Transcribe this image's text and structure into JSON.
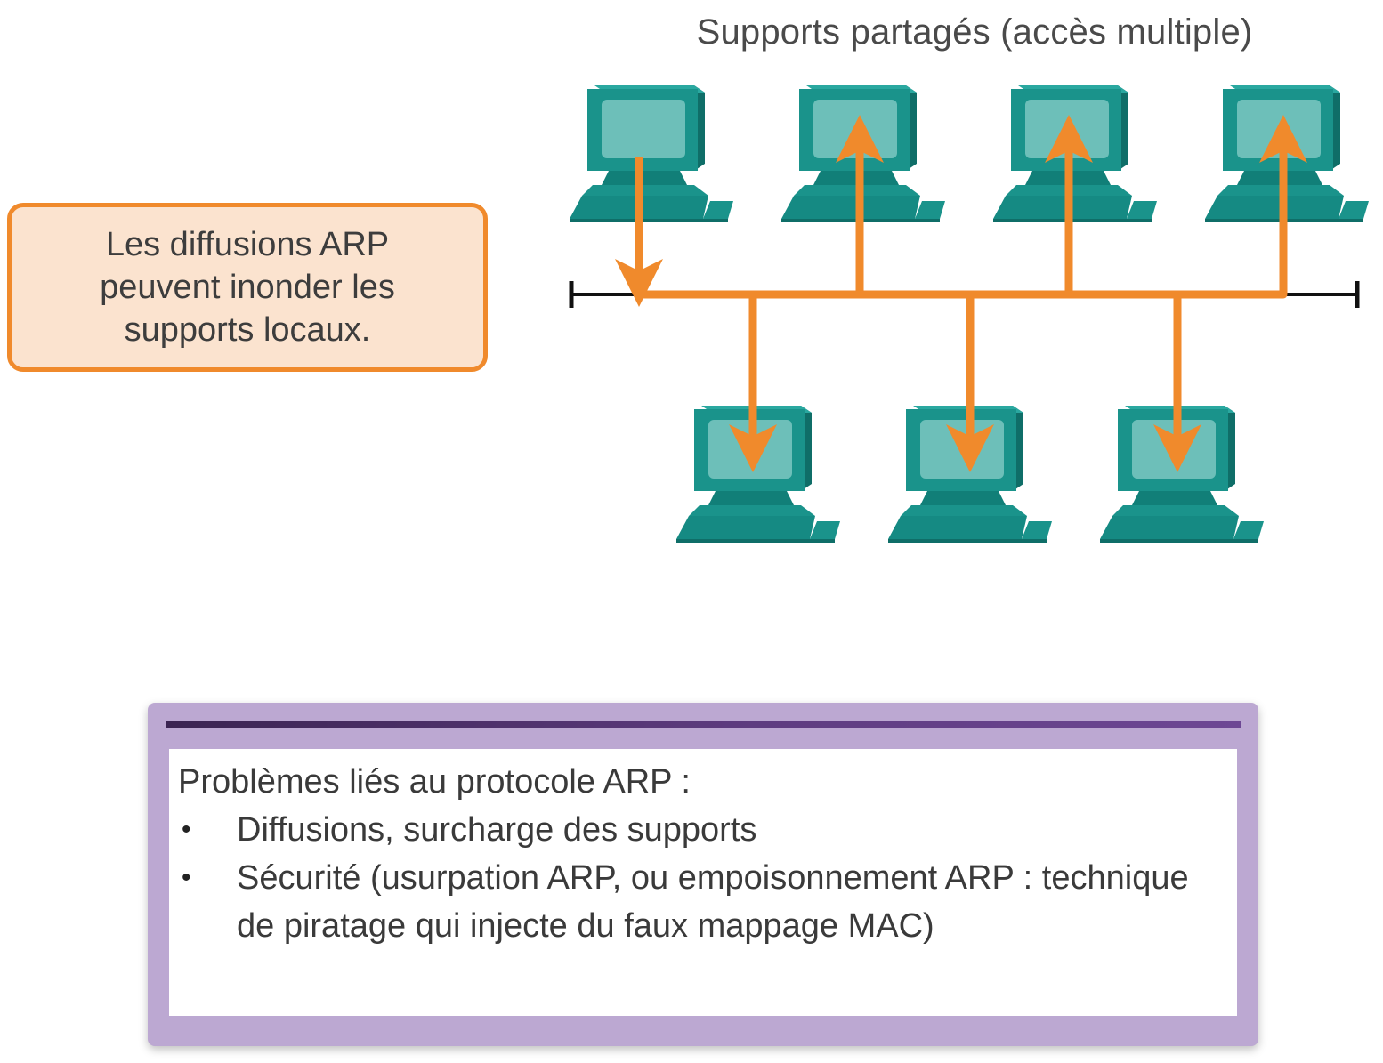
{
  "diagram": {
    "title": "Supports partagés (accès multiple)",
    "callout": "Les diffusions ARP peuvent inonder les supports locaux.",
    "colors": {
      "accent": "#f08a2c",
      "callout_fill": "#fbe3cf",
      "computer": "#1d9a92",
      "frame": "#bca8d2",
      "frame_bar": "#4a2f66"
    },
    "icons": {
      "computer": "computer-icon"
    }
  },
  "info_box": {
    "heading": "Problèmes liés au protocole ARP :",
    "bullet": "•",
    "items": [
      "Diffusions, surcharge des supports",
      "Sécurité (usurpation ARP, ou empoisonnement ARP : technique de piratage qui injecte du faux mappage MAC)"
    ]
  }
}
